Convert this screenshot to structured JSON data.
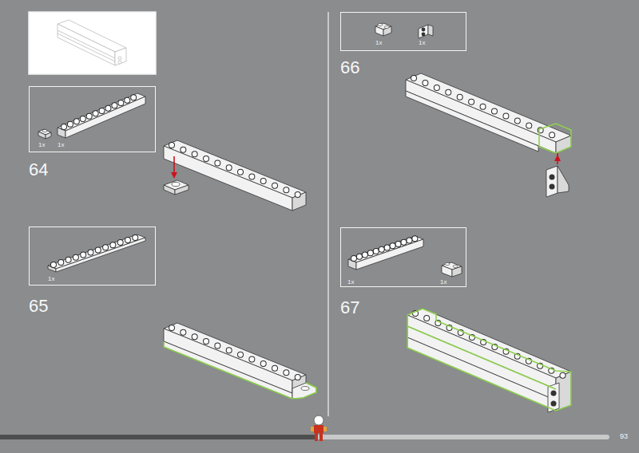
{
  "diagram": {
    "nodes": [
      {
        "text": [
          "1x",
          "1x"
        ]
      },
      {
        "text": [
          "1x"
        ]
      },
      {
        "text": [
          "1x",
          "1x"
        ]
      },
      {
        "text": [
          "1x",
          "1x"
        ]
      }
    ],
    "labels": [
      "64",
      "65",
      "66",
      "67",
      "93"
    ]
  }
}
